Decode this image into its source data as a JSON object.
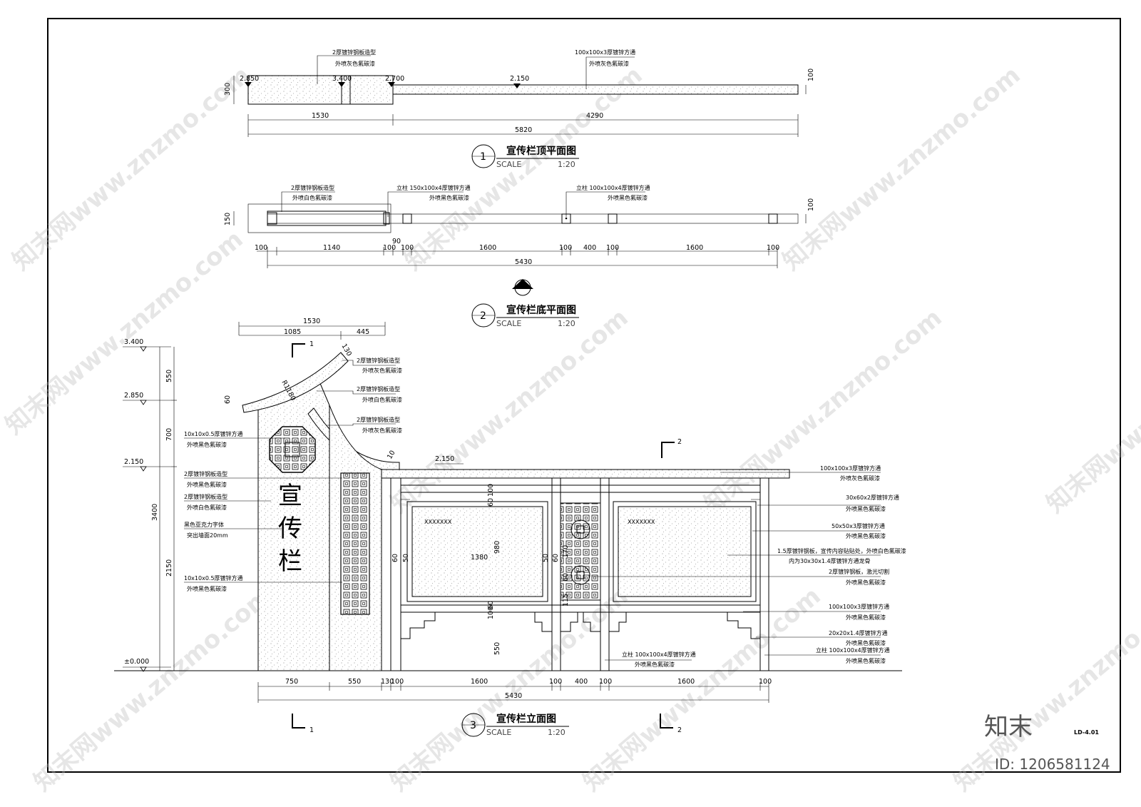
{
  "drawing_no": "LD-4.01",
  "logo_text": "知末",
  "id_text": "ID: 1206581124",
  "watermark": "知末网www.znzmo.com",
  "views": {
    "top": {
      "num": "1",
      "title": "宣传栏顶平面图",
      "scale_label": "SCALE",
      "scale": "1:20"
    },
    "bottom": {
      "num": "2",
      "title": "宣传栏底平面图",
      "scale_label": "SCALE",
      "scale": "1:20"
    },
    "elev": {
      "num": "3",
      "title": "宣传栏立面图",
      "scale_label": "SCALE",
      "scale": "1:20"
    }
  },
  "top_notes": {
    "n1a": "2厚镀锌钢板造型",
    "n1b": "外喷灰色氟碳漆",
    "n2a": "100x100x3厚镀锌方通",
    "n2b": "外喷灰色氟碳漆"
  },
  "top_dims": {
    "h300": "300",
    "h100": "100",
    "e1": "2.850",
    "e2": "3.400",
    "e3": "2.700",
    "e4": "2.150",
    "d1530": "1530",
    "d4290": "4290",
    "d5820": "5820"
  },
  "bottom_notes": {
    "n1a": "2厚镀锌钢板造型",
    "n1b": "外喷白色氟碳漆",
    "n2a": "立柱 150x100x4厚镀锌方通",
    "n2b": "外喷黑色氟碳漆",
    "n3a": "立柱 100x100x4厚镀锌方通",
    "n3b": "外喷黑色氟碳漆"
  },
  "bottom_dims": {
    "h150": "150",
    "h100": "100",
    "d90": "90",
    "d100a": "100",
    "d1140": "1140",
    "d100b": "100",
    "d100c": "100",
    "d1600a": "1600",
    "d100d": "100",
    "d400": "400",
    "d100e": "100",
    "d1600b": "1600",
    "d100f": "100",
    "d5430": "5430",
    "sec": "3"
  },
  "elev_dims": {
    "w1530": "1530",
    "w1085": "1085",
    "w445": "445",
    "r1180": "R1180",
    "d130": "130",
    "d60": "60",
    "d10": "10",
    "lv340": "3.400",
    "lv285": "2.850",
    "lv215a": "2.150",
    "lv215b": "2.150",
    "lv0": "±0.000",
    "v550": "550",
    "v700": "700",
    "v3400": "3400",
    "v2150": "2150",
    "b750": "750",
    "b550": "550",
    "b130": "130",
    "b100a": "100",
    "b1600a": "1600",
    "b100b": "100",
    "b400": "400",
    "b100c": "100",
    "b1600b": "1600",
    "b100d": "100",
    "b5430": "5430",
    "p60a": "60",
    "p50a": "50",
    "p1380": "1380",
    "p980": "980",
    "p50b": "50",
    "p60b": "60",
    "p100a": "100",
    "p60c": "60",
    "p170": "170",
    "p60d": "60",
    "p60e": "60",
    "p100b": "100",
    "p550": "550",
    "p115": "115",
    "xx1": "XXXXXXX",
    "xx2": "XXXXXXX",
    "sec1": "1",
    "sec2": "2",
    "sec1b": "1",
    "sec2b": "2"
  },
  "elev_chars": [
    "宣",
    "传",
    "栏"
  ],
  "elev_notes_left": [
    {
      "a": "2厚镀锌钢板造型",
      "b": "外喷灰色氟碳漆"
    },
    {
      "a": "2厚镀锌钢板造型",
      "b": "外喷白色氟碳漆"
    },
    {
      "a": "2厚镀锌钢板造型",
      "b": "外喷灰色氟碳漆"
    },
    {
      "a": "10x10x0.5厚镀锌方通",
      "b": "外喷黑色氟碳漆"
    },
    {
      "a": "2厚镀锌钢板造型",
      "b": "外喷黑色氟碳漆"
    },
    {
      "a": "2厚镀锌钢板造型",
      "b": "外喷白色氟碳漆"
    },
    {
      "a": "黑色亚克力字体",
      "b": "突出墙面20mm"
    },
    {
      "a": "10x10x0.5厚镀锌方通",
      "b": "外喷黑色氟碳漆"
    }
  ],
  "elev_notes_right": [
    {
      "a": "100x100x3厚镀锌方通",
      "b": "外喷灰色氟碳漆"
    },
    {
      "a": "30x60x2厚镀锌方通",
      "b": "外喷黑色氟碳漆"
    },
    {
      "a": "50x50x3厚镀锌方通",
      "b": "外喷黑色氟碳漆"
    },
    {
      "a": "1.5厚镀锌钢板，宣传内容贴贴处，外喷白色氟碳漆",
      "b": "内为30x30x1.4厚镀锌方通龙骨"
    },
    {
      "a": "2厚镀锌钢板，激光切割",
      "b": "外喷黑色氟碳漆"
    },
    {
      "a": "100x100x3厚镀锌方通",
      "b": "外喷黑色氟碳漆"
    },
    {
      "a": "20x20x1.4厚镀锌方通",
      "b": "外喷黑色氟碳漆"
    },
    {
      "a": "立柱 100x100x4厚镀锌方通",
      "b": "外喷黑色氟碳漆"
    }
  ],
  "elev_mid_note": {
    "a": "立柱 100x100x4厚镀锌方通",
    "b": "外喷黑色氟碳漆"
  }
}
